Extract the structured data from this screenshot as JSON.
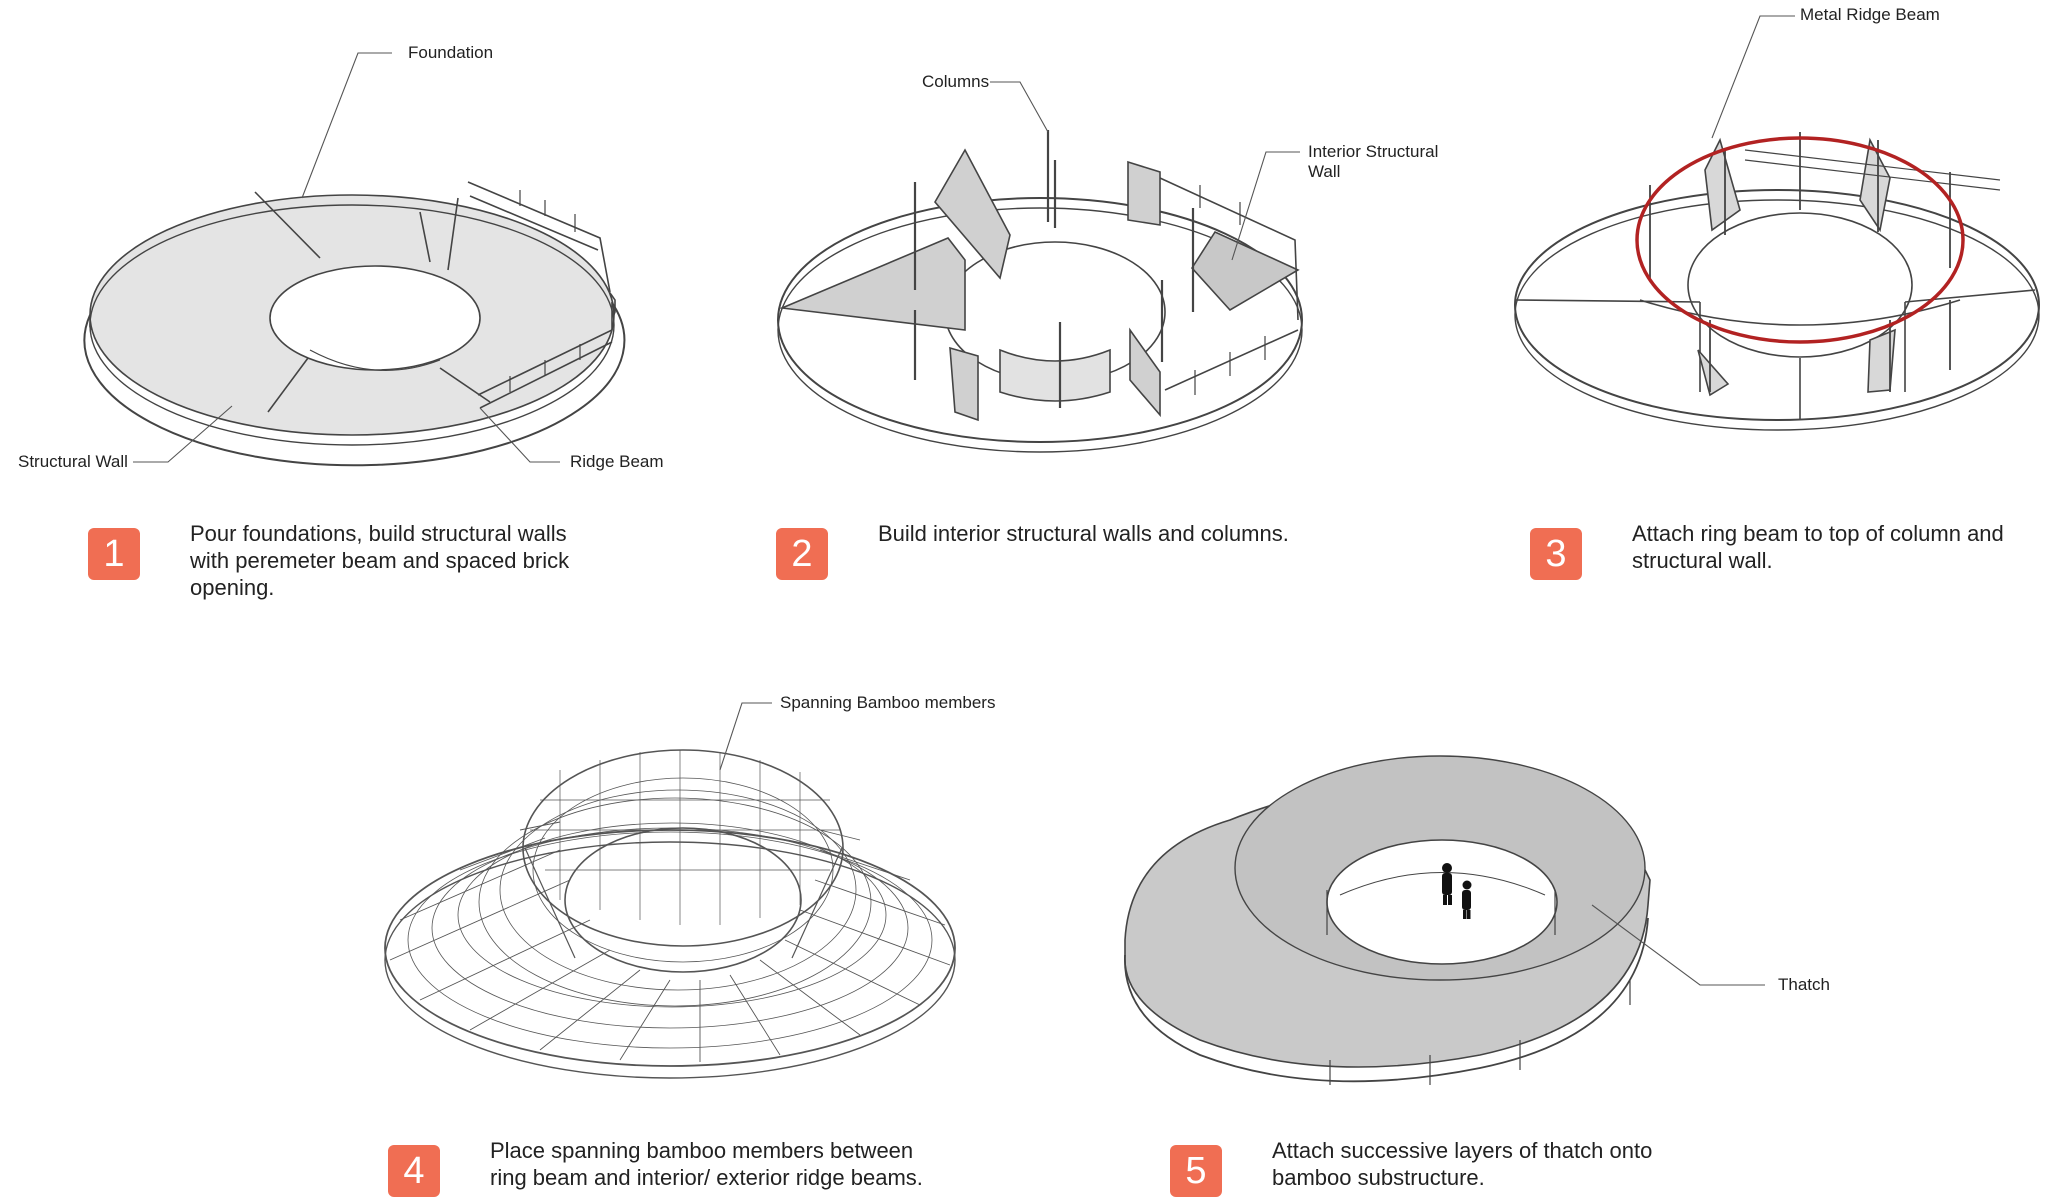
{
  "colors": {
    "badge": "#f06e53",
    "ring_beam": "#b22222",
    "fill": "#e4e4e4",
    "wall": "#c8c8c8",
    "roof": "#c9c9c9",
    "line": "#444444"
  },
  "labels": {
    "foundation": "Foundation",
    "structural_wall": "Structural Wall",
    "ridge_beam": "Ridge Beam",
    "columns": "Columns",
    "interior_wall_1": "Interior Structural",
    "interior_wall_2": "Wall",
    "metal_ridge_beam": "Metal Ridge Beam",
    "bamboo": "Spanning Bamboo members",
    "thatch": "Thatch"
  },
  "steps": [
    {
      "number": "1",
      "lines": [
        "Pour foundations, build structural walls",
        "with peremeter beam and spaced brick",
        "opening."
      ]
    },
    {
      "number": "2",
      "lines": [
        "Build interior structural walls and columns."
      ]
    },
    {
      "number": "3",
      "lines": [
        "Attach ring beam to top of column and",
        "structural wall."
      ]
    },
    {
      "number": "4",
      "lines": [
        "Place spanning bamboo members between",
        "ring beam and interior/ exterior ridge beams."
      ]
    },
    {
      "number": "5",
      "lines": [
        "Attach successive layers of thatch onto",
        "bamboo substructure."
      ]
    }
  ],
  "icons": {
    "figures": "people-silhouette-icon"
  }
}
